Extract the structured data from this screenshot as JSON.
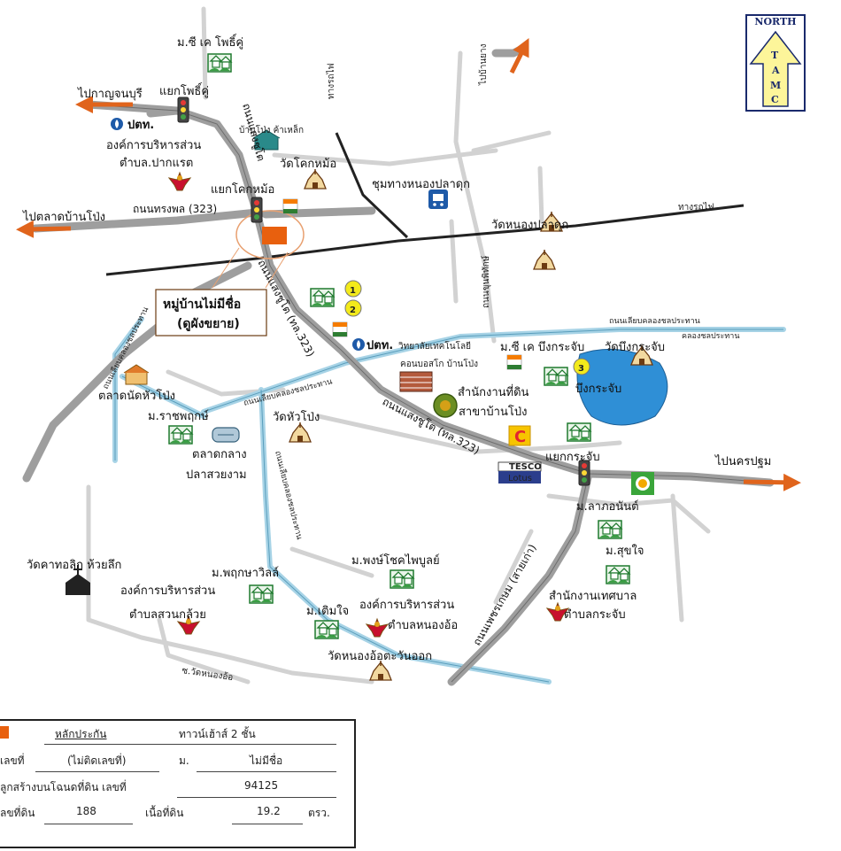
{
  "north": {
    "title": "NORTH",
    "letters": [
      "T",
      "A",
      "M",
      "C"
    ]
  },
  "directions": {
    "to_kanchanaburi": "ไปกาญจนบุรี",
    "to_ban_pong_market": "ไปตลาดบ้านโป่ง",
    "to_nakhon_pathom": "ไปนครปฐม",
    "to_ban_yang": "ไปบ้านยาง",
    "railway_top": "ทางรถไฟ",
    "railway_right": "ทางรถไฟ"
  },
  "roads": {
    "saeng_chuto_top": "ถนนแสงชูโต",
    "songphon": "ถนนทรงพล (323)",
    "saeng_chuto_mid": "ถนนแสงชูโต (ทล.323)",
    "saeng_chuto_low": "ถนนแสงชูโต (ทล.323)",
    "phetkasem": "ถนนเพชรเกษม (สายเก่า)",
    "khun_phithak": "ถนนขุนพิทักษ์",
    "canal_road_right": "ถนนเลียบคลองชลประทาน",
    "canal_road_left": "ถนนเลียบคลองชลประทาน",
    "canal_road_mid": "ถนนเลียบคลองชลประทาน",
    "canal_road_vertical": "ถนนเลียบคลองชลประทาน",
    "canal_small": "คลองชลประทาน",
    "soi_nong_o": "ซ.วัดหนองอ้อ"
  },
  "places": {
    "sk_pho_khu": "ม.ซี เค โพธิ์คู่",
    "yaek_pho_khu": "แยกโพธิ์คู่",
    "ptt_top": "ปตท.",
    "ban_pong_steel": "บ้านโป่ง ค้าเหล็ก",
    "obt_pak_raet_1": "องค์การบริหารส่วน",
    "obt_pak_raet_2": "ตำบล.ปากแรต",
    "wat_khok_mo": "วัดโคกหม้อ",
    "yaek_khok_mo": "แยกโคกหม้อ",
    "nong_pla_duk_junction": "ชุมทางหนองปลาดุก",
    "wat_nong_pla_duk": "วัดหนองปลาดุก",
    "village_1": "หมู่บ้านไม่มีชื่อ",
    "village_2": "(ดูผังขยาย)",
    "ptt_mid": "ปตท.",
    "tech_college": "วิทยาลัยเทคโนโลยี",
    "condo": "คอนบอสโก บ้านโป่ง",
    "sk_bueng": "ม.ซี เค บึงกระจับ",
    "wat_bueng": "วัดบึงกระจับ",
    "bueng": "บึงกระจับ",
    "land_office_1": "สำนักงานที่ดิน",
    "land_office_2": "สาขาบ้านโป่ง",
    "talad_nat": "ตลาดนัดหัวโป่ง",
    "m_ratchaphruek": "ม.ราชพฤกษ์",
    "wat_hua_pong": "วัดหัวโป่ง",
    "talad_klang_1": "ตลาดกลาง",
    "talad_klang_2": "ปลาสวยงาม",
    "yaek_krachap": "แยกกระจับ",
    "tesco_1": "TESCO",
    "tesco_2": "Lotus",
    "m_lapon": "ม.ลาภอนันต์",
    "m_sukjai": "ม.สุขใจ",
    "municipal_1": "สำนักงานเทศบาล",
    "municipal_2": "ตำบลกระจับ",
    "m_phongchok": "ม.พงษ์โชคไพบูลย์",
    "obt_nong_o_1": "องค์การบริหารส่วน",
    "obt_nong_o_2": "ตำบลหนองอ้อ",
    "m_phruksa": "ม.พฤกษาวิลล์",
    "m_toemjai": "ม.เติมใจ",
    "wat_nong_o": "วัดหนองอ้อตะวันออก",
    "catholic": "วัดคาทอลิก ห้วยลึก",
    "obt_suan_1": "องค์การบริหารส่วน",
    "obt_suan_2": "ตำบลสวนกล้วย",
    "marker_1": "1",
    "marker_2": "2",
    "marker_3": "3",
    "seven_eleven": "7",
    "big_c": "C"
  },
  "legend": {
    "collateral": "หลักประกัน",
    "collateral_type": "ทาวน์เฮ้าส์ 2  ชั้น",
    "house_no_label": "เลขที่",
    "house_no_value": "(ไม่ติดเลขที่)",
    "moo_label": "ม.",
    "moo_value": "ไม่มีชื่อ",
    "deed_label": "ลูกสร้างบนโฉนดที่ดิน เลขที่",
    "deed_value": "94125",
    "land_no_label": "ลขที่ดิน",
    "land_no_value": "188",
    "area_label": "เนื้อที่ดิน",
    "area_value": "19.2",
    "area_unit": "ตรว."
  },
  "colors": {
    "road": "#9e9e9e",
    "canal": "#a7d3e6",
    "lake": "#2f8fd6",
    "arrow": "#e0641c",
    "collateral": "#e8600e",
    "marker": "#f3ea1b"
  }
}
